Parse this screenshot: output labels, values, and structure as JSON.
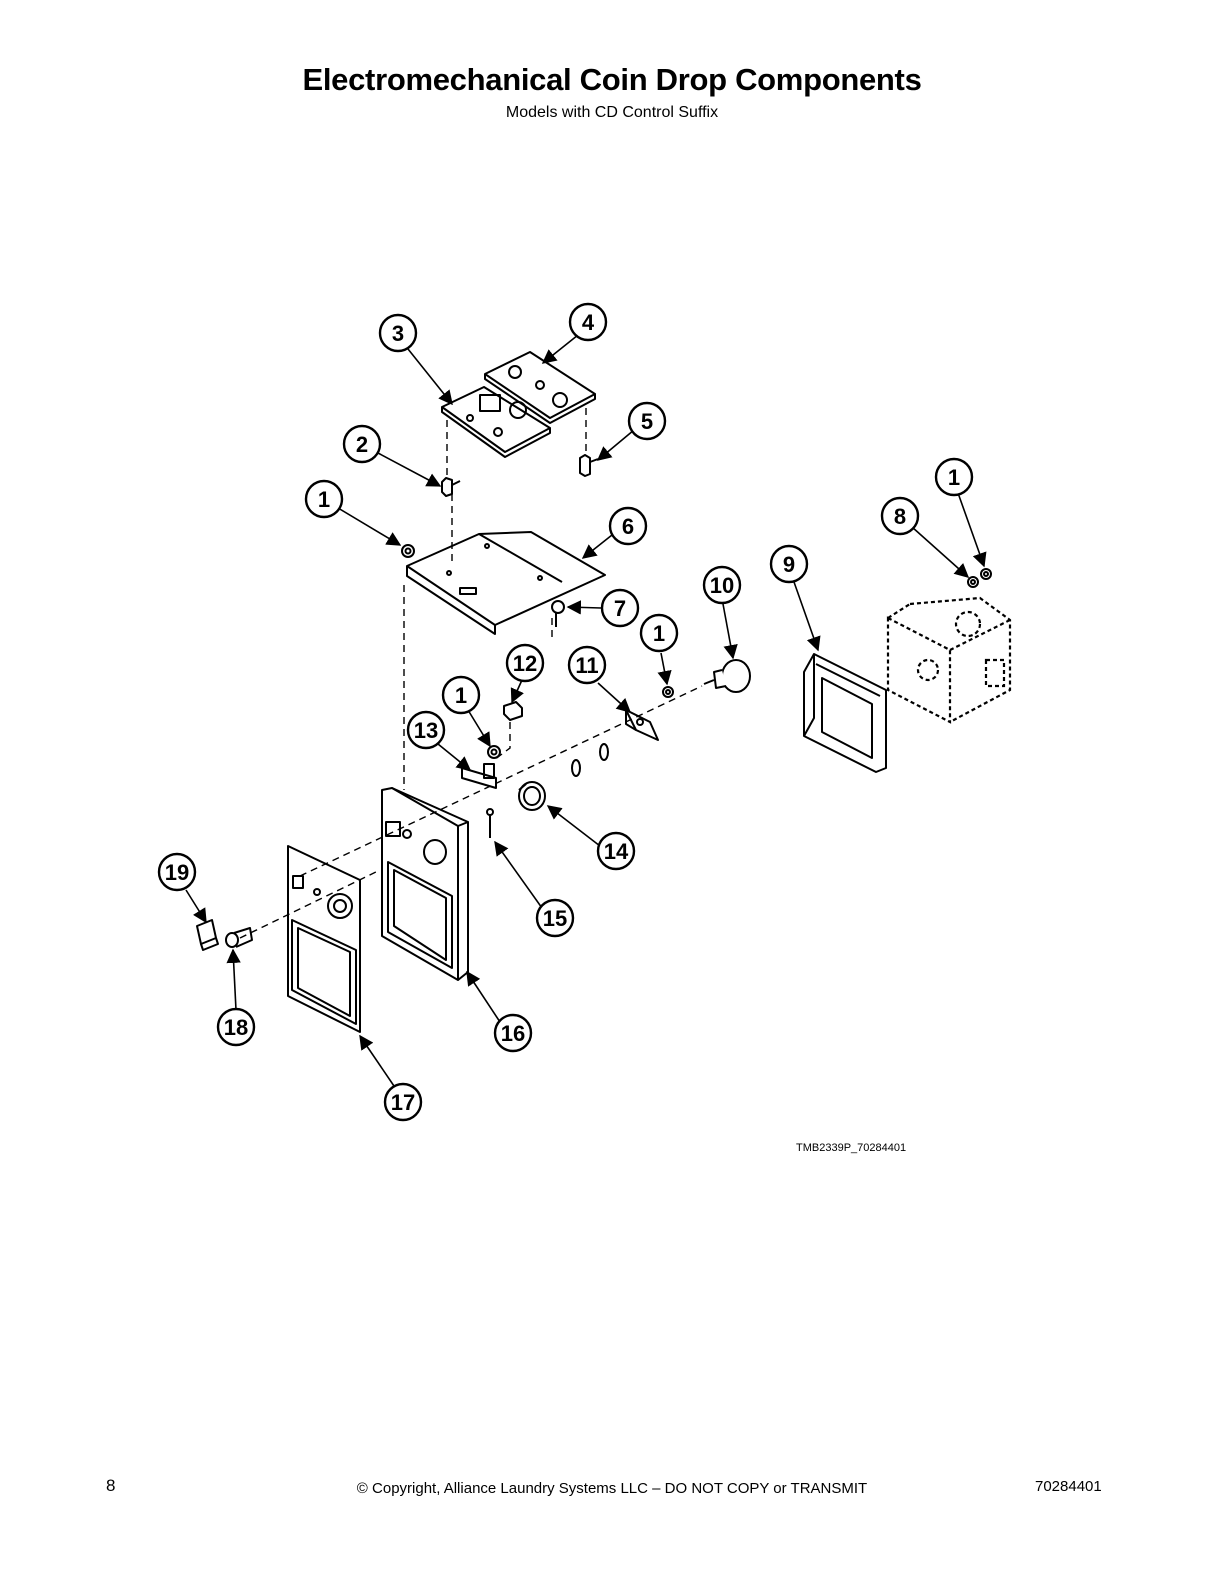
{
  "page": {
    "title": "Electromechanical Coin Drop Components",
    "subtitle": "Models with CD Control Suffix",
    "drawing_code": "TMB2339P_70284401",
    "page_number": "8",
    "copyright": "© Copyright, Alliance Laundry Systems LLC – DO NOT COPY or TRANSMIT",
    "doc_number": "70284401"
  },
  "callouts": [
    {
      "label": "1"
    },
    {
      "label": "1"
    },
    {
      "label": "1"
    },
    {
      "label": "1"
    },
    {
      "label": "2"
    },
    {
      "label": "3"
    },
    {
      "label": "4"
    },
    {
      "label": "5"
    },
    {
      "label": "6"
    },
    {
      "label": "7"
    },
    {
      "label": "8"
    },
    {
      "label": "9"
    },
    {
      "label": "10"
    },
    {
      "label": "11"
    },
    {
      "label": "12"
    },
    {
      "label": "13"
    },
    {
      "label": "14"
    },
    {
      "label": "15"
    },
    {
      "label": "16"
    },
    {
      "label": "17"
    },
    {
      "label": "18"
    },
    {
      "label": "19"
    }
  ]
}
